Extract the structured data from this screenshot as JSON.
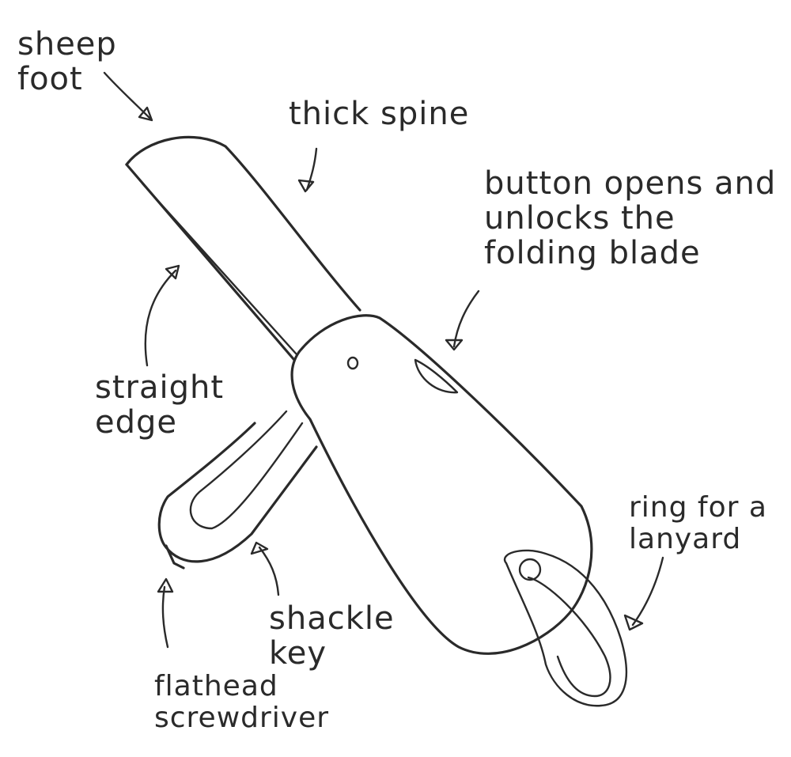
{
  "labels": {
    "sheep_foot": "sheep\nfoot",
    "thick_spine": "thick spine",
    "button": "button opens and\nunlocks the\nfolding blade",
    "straight_edge": "straight\nedge",
    "ring": "ring for a\nlanyard",
    "shackle_key": "shackle\nkey",
    "flathead": "flathead\nscrewdriver"
  }
}
